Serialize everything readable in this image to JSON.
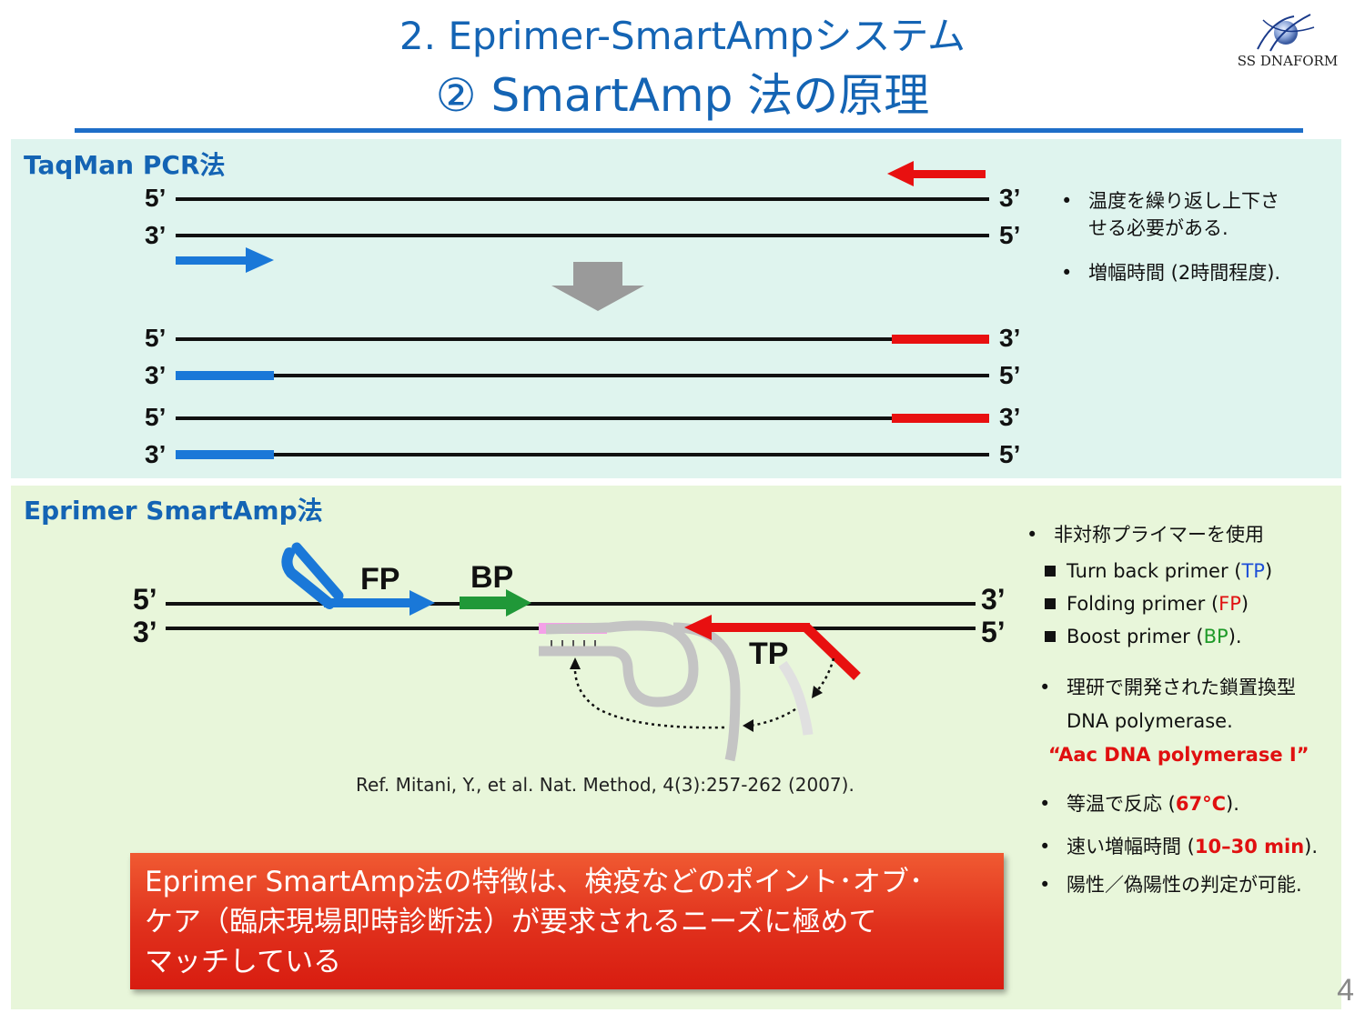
{
  "header": {
    "title_line1": "2. Eprimer-SmartAmpシステム",
    "title_line2": "②  SmartAmp 法の原理",
    "logo_text": "SS DNAFORM"
  },
  "taqman": {
    "section_title": "TaqMan PCR法",
    "labels": {
      "five": "5’",
      "three": "3’"
    },
    "bullets": [
      [
        "温度を繰り返し上下さ",
        "せる必要がある."
      ],
      [
        "増幅時間 (2時間程度)."
      ]
    ]
  },
  "smartamp": {
    "section_title": "Eprimer SmartAmp法",
    "diagram_labels": {
      "fp": "FP",
      "bp": "BP",
      "tp": "TP"
    },
    "bullet_intro": "非対称プライマーを使用",
    "primers": [
      {
        "name": "Turn back primer (",
        "abbr": "TP",
        "suffix": ")",
        "color": "#1e4fd8"
      },
      {
        "name": "Folding primer (",
        "abbr": "FP",
        "suffix": ")",
        "color": "#e01010"
      },
      {
        "name": "Boost primer (",
        "abbr": "BP",
        "suffix": ").",
        "color": "#1e9a28"
      }
    ],
    "polymerase_line1": "理研で開発された鎖置換型",
    "polymerase_line2": "DNA polymerase.",
    "polymerase_name": "“Aac DNA polymerase I”",
    "isothermal_prefix": "等温で反応 (",
    "isothermal_value": "67°C",
    "isothermal_suffix": ").",
    "speed_prefix": "速い増幅時間 (",
    "speed_value": "10–30 min",
    "speed_suffix": ").",
    "positivity": "陽性／偽陽性の判定が可能.",
    "reference": "Ref. Mitani, Y., et al. Nat. Method, 4(3):257-262 (2007)."
  },
  "callout": {
    "text_line1": "Eprimer SmartAmp法の特徴は、検疫などのポイント･オブ･",
    "text_line2": "ケア（臨床現場即時診断法）が要求されるニーズに極めて",
    "text_line3": "マッチしている"
  },
  "page_number": "4",
  "colors": {
    "title_blue": "#1464b4",
    "strand": "#111111",
    "primer_red": "#e81010",
    "primer_blue": "#1a78d8",
    "primer_green": "#209838",
    "arrow_gray": "#9a9a9a",
    "pink": "#f4a0e8"
  }
}
